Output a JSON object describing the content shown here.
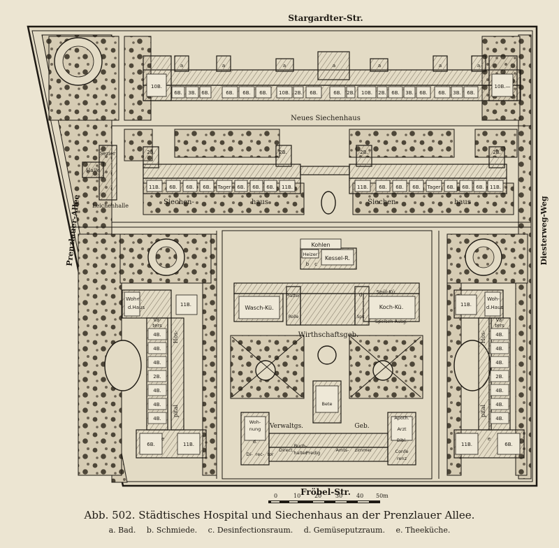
{
  "streets": {
    "north": "Stargardter-Str.",
    "south": "Fröbel-Str.",
    "west": "Prenzlauer-Allee",
    "east": "Diesterweg-Weg"
  },
  "buildings": {
    "neues_siechenhaus": "Neues Siechenhaus",
    "siechenhaus": [
      "Siechen-",
      "haus"
    ],
    "leichenhalle": "Leichenhalle",
    "halle": "Halle",
    "sezier": "Sezier",
    "wirthschaftsgeb": "Wirthschaftsgeb.",
    "verwaltgs": "Verwaltgs.",
    "geb": "Geb.",
    "hospital_west": [
      "Hos-",
      "pital"
    ],
    "hospital_east": [
      "Hos-",
      "pital"
    ]
  },
  "rooms": {
    "north_row": [
      "10B.",
      "6B.",
      "3B.",
      "6B.",
      "6B.",
      "6B.",
      "6B.",
      "10B.",
      "2B.",
      "6B.",
      "6B.",
      "2B.",
      "10B.",
      "2B.",
      "6B.",
      "3B.",
      "6B.",
      "6B.",
      "3B.",
      "6B.",
      "10B.—"
    ],
    "north_small": [
      "a",
      "a",
      "a",
      "a",
      "a",
      "a",
      "a"
    ],
    "second_west": [
      "11B.",
      "6B.",
      "6B.",
      "6B.",
      "Tager",
      "6B.",
      "6B.",
      "6B.",
      "11B."
    ],
    "second_east": [
      "11B.",
      "6B.",
      "6B.",
      "6B.",
      "Tager",
      "6B.",
      "6B.",
      "6B.",
      "11B."
    ],
    "second_small": [
      "2B.",
      "2B.",
      "2B.",
      "2B."
    ],
    "service": {
      "kohlen": "Kohlen",
      "heizer": "Heizer",
      "kessel": "Kessel-R.",
      "b": "b",
      "c": "c",
      "d": "d",
      "wasch": "Wasch-Kü.",
      "spuel": "Spül-Kü.",
      "koch": "Koch-Kü.",
      "speisen": "Speisen-Ausg.",
      "plaetten": "Plätten",
      "rolle": "Rolle",
      "spk": "Spk"
    },
    "admin": [
      "Woh-",
      "nung",
      "d.",
      "Di-",
      "rec-",
      "tor",
      "Direct.",
      "Buch-",
      "halter",
      "Predig",
      "Amts-",
      "zimmer",
      "Apoth.",
      "Arzt",
      "Bibl.",
      "Confe",
      "renz",
      "Bete"
    ],
    "west_wing": [
      "Woh-",
      "n.",
      "d.Haus",
      "11B.",
      "Vä-",
      "ters",
      "4B.",
      "4B.",
      "4B.",
      "2B.",
      "4B.",
      "4B.",
      "4B.",
      "6B.",
      "11B.",
      "e"
    ],
    "east_wing": [
      "11B.",
      "Woh-",
      "d.Haus",
      "Vä-",
      "ters",
      "4B.",
      "4B.",
      "4B.",
      "2B.",
      "4B.",
      "4B.",
      "4B.",
      "11B.",
      "6B.",
      "e"
    ]
  },
  "scale": {
    "ticks": [
      "0",
      "10",
      "20",
      "30",
      "40",
      "50m"
    ]
  },
  "caption": "Abb. 502.  Städtisches Hospital und Siechenhaus an der Prenzlauer Allee.",
  "legend": [
    "a. Bad.",
    "b. Schmiede.",
    "c. Desinfectionsraum.",
    "d. Gemüseputzraum.",
    "e. Theeküche."
  ]
}
